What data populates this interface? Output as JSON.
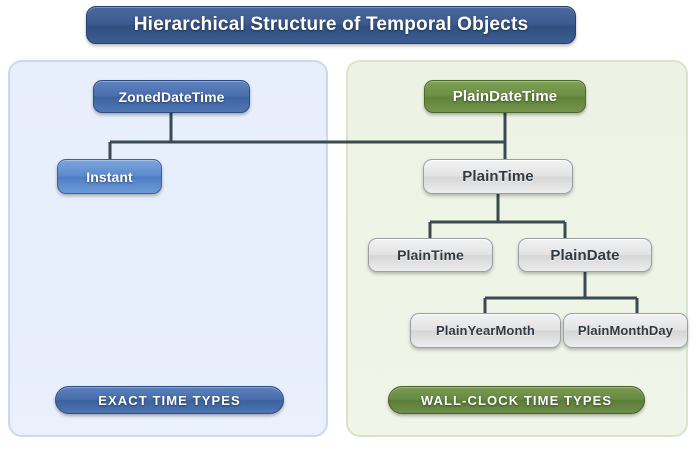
{
  "title": "Hierarchical Structure of Temporal Objects",
  "colors": {
    "title_pill": "#3d5b91",
    "left_panel_bg": "#e8effc",
    "left_panel_border": "#c9d9f4",
    "right_panel_bg": "#eef4e6",
    "right_panel_border": "#d8e5c8",
    "node_blue_dark": "#4a6fae",
    "node_blue": "#5b8bcd",
    "node_green": "#6b8f45",
    "node_grey": "#e3e3e3",
    "connector": "#3a4a52"
  },
  "panels": {
    "left": {
      "name": "exact-time-panel",
      "legend": "EXACT TIME TYPES",
      "nodes": [
        {
          "id": "zoneddatetime",
          "label": "ZonedDateTime",
          "style": "blue-dark"
        },
        {
          "id": "instant",
          "label": "Instant",
          "style": "blue"
        }
      ]
    },
    "right": {
      "name": "wall-clock-time-panel",
      "legend": "WALL-CLOCK TIME TYPES",
      "nodes": [
        {
          "id": "plaindatetime",
          "label": "PlainDateTime",
          "style": "green"
        },
        {
          "id": "plaintime-top",
          "label": "PlainTime",
          "style": "grey"
        },
        {
          "id": "plaintime-row3",
          "label": "PlainTime",
          "style": "grey"
        },
        {
          "id": "plaindate",
          "label": "PlainDate",
          "style": "grey"
        },
        {
          "id": "plainyearmonth",
          "label": "PlainYearMonth",
          "style": "grey"
        },
        {
          "id": "plainmonthday",
          "label": "PlainMonthDay",
          "style": "grey"
        }
      ]
    }
  },
  "edges": [
    {
      "from": "zoneddatetime",
      "to": "instant"
    },
    {
      "from": "zoneddatetime",
      "to": "plaindatetime"
    },
    {
      "from": "plaindatetime",
      "to": "plaintime-top"
    },
    {
      "from": "plaintime-top",
      "to": "plaintime-row3"
    },
    {
      "from": "plaintime-top",
      "to": "plaindate"
    },
    {
      "from": "plaindate",
      "to": "plainyearmonth"
    },
    {
      "from": "plaindate",
      "to": "plainmonthday"
    }
  ]
}
